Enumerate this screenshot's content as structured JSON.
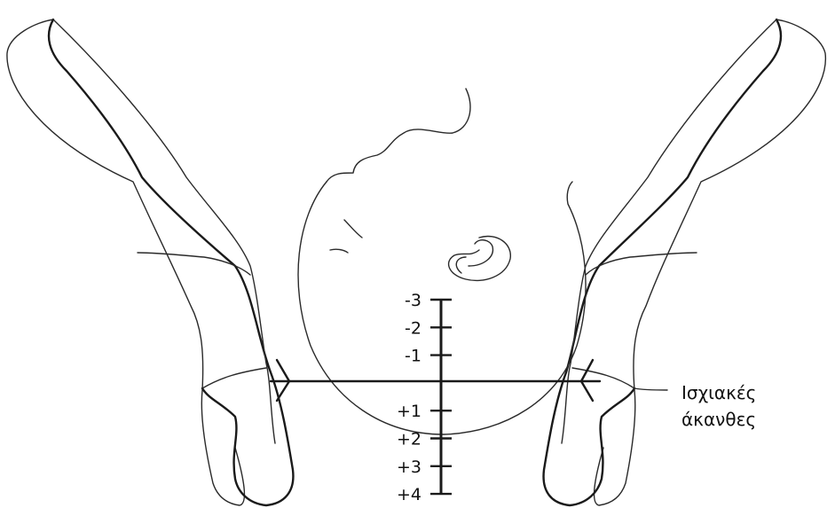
{
  "figure": {
    "station_scale": {
      "labels": [
        "-3",
        "-2",
        "-1",
        "+1",
        "+2",
        "+3",
        "+4"
      ],
      "values": [
        -3,
        -2,
        -1,
        0,
        1,
        2,
        3,
        4
      ]
    },
    "annotation": {
      "line1": "Ισχιακές",
      "line2": "άκανθες"
    },
    "icons": [
      "pelvis-outline",
      "fetal-head",
      "ischial-spine-marker"
    ],
    "colors": {
      "stroke": "#1a1a1a",
      "background": "#ffffff"
    }
  }
}
